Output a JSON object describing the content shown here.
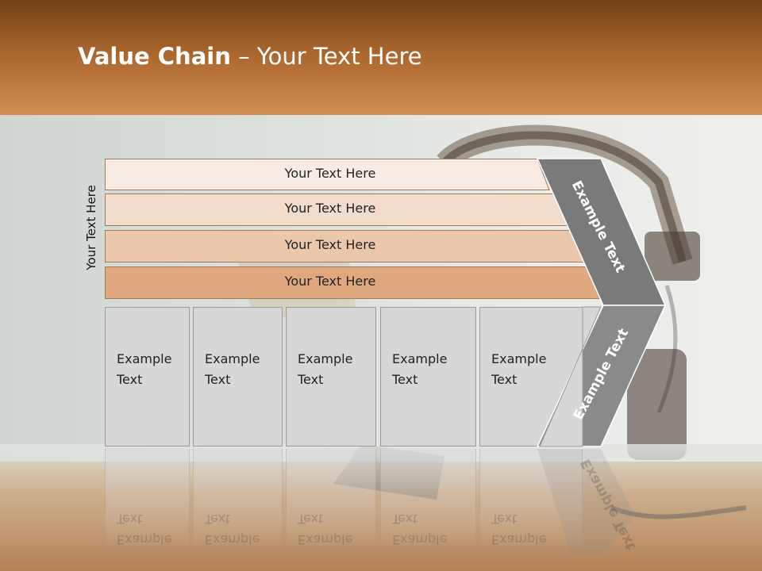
{
  "header": {
    "title_bold": "Value Chain",
    "title_rest": " – Your Text Here"
  },
  "side_label": "Your Text Here",
  "bands": [
    {
      "label": "Your Text Here",
      "color": "#f8ebe3"
    },
    {
      "label": "Your Text Here",
      "color": "#f2dccb"
    },
    {
      "label": "Your Text Here",
      "color": "#ebc8ac"
    },
    {
      "label": "Your Text Here",
      "color": "#dfa87e"
    }
  ],
  "columns": [
    {
      "label": "Example Text"
    },
    {
      "label": "Example Text"
    },
    {
      "label": "Example Text"
    },
    {
      "label": "Example Text"
    },
    {
      "label": "Example Text"
    }
  ],
  "chevron": {
    "upper_label": "Example Text",
    "lower_label": "Example Text",
    "upper_color": "#7a7a7a",
    "lower_color": "#8a8a8a"
  },
  "colors": {
    "header_top": "#6f4218",
    "header_bottom": "#d28d52",
    "column_fill": "#d7d7d7"
  }
}
